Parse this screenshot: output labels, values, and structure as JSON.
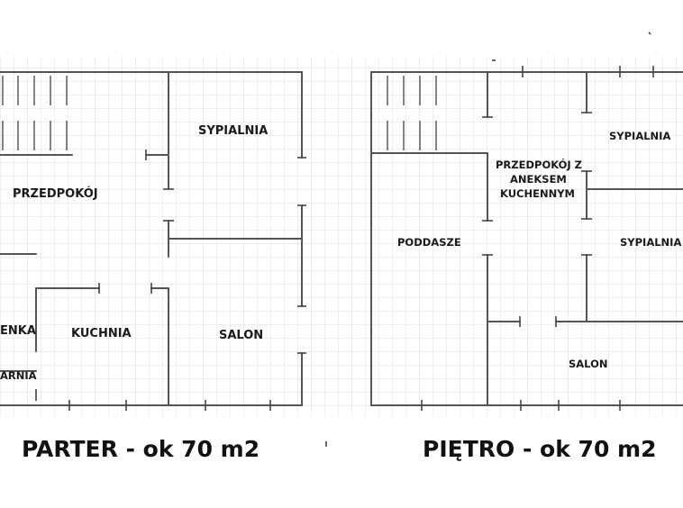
{
  "parter": {
    "title": "PARTER - ok 70 m2",
    "rooms": {
      "sypialnia": "SYPIALNIA",
      "przedpokoj": "PRZEDPOKÓJ",
      "lazienka": "ENKA",
      "kuchnia": "KUCHNIA",
      "salon": "SALON",
      "spizarnia": "ARNIA"
    }
  },
  "pietro": {
    "title": "PIĘTRO - ok 70 m2",
    "rooms": {
      "sypialnia_1": "SYPIALNIA",
      "przedpokoj_line1": "PRZEDPOKÓJ Z",
      "przedpokoj_line2": "ANEKSEM",
      "przedpokoj_line3": "KUCHENNYM",
      "poddasze": "PODDASZE",
      "sypialnia_2": "SYPIALNIA",
      "salon": "SALON"
    }
  },
  "colors": {
    "grid": "#dcdcdc",
    "walls": "#555555",
    "text": "#111111"
  }
}
